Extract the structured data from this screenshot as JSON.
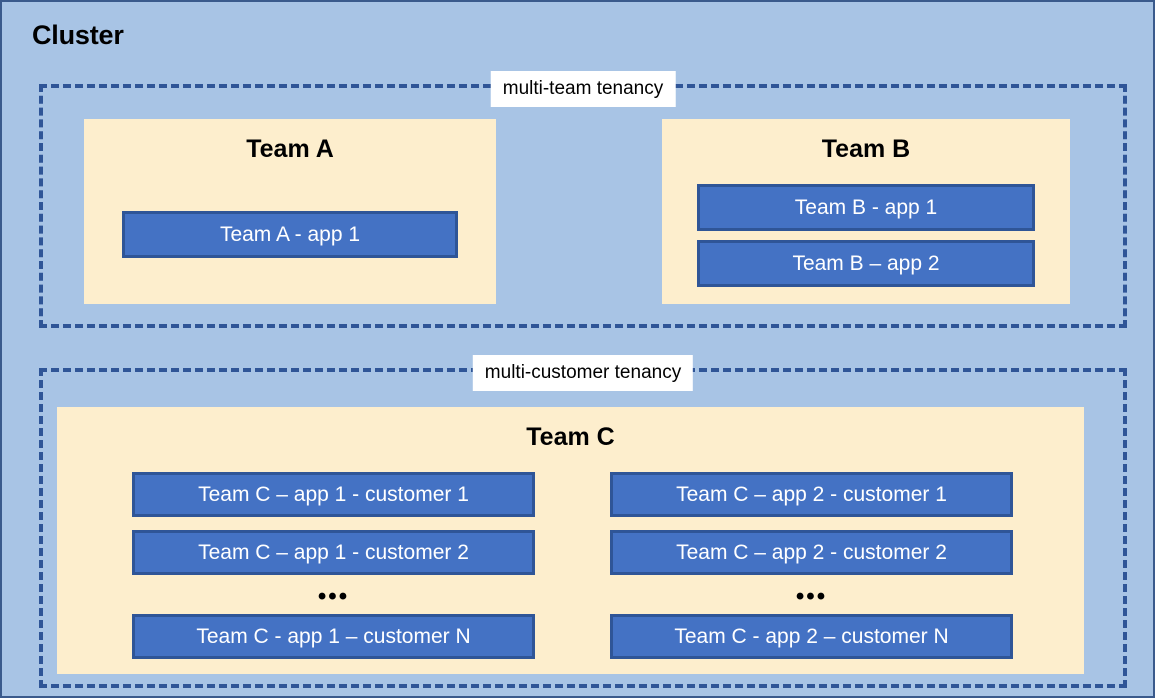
{
  "diagram": {
    "title": "Cluster",
    "background_color": "#a8c4e5",
    "team_box_color": "#fdeecd",
    "app_box_color": "#4472c4",
    "app_box_border_color": "#2f5597",
    "dashed_border_color": "#2f5597"
  },
  "zones": {
    "multi_team": {
      "label": "multi-team tenancy"
    },
    "multi_customer": {
      "label": "multi-customer tenancy"
    }
  },
  "teams": {
    "team_a": {
      "title": "Team A",
      "apps": [
        {
          "label": "Team A - app 1"
        }
      ]
    },
    "team_b": {
      "title": "Team B",
      "apps": [
        {
          "label": "Team B - app 1"
        },
        {
          "label": "Team B – app 2"
        }
      ]
    },
    "team_c": {
      "title": "Team C",
      "ellipsis": "•••",
      "column_left": [
        {
          "label": "Team C – app 1 - customer 1"
        },
        {
          "label": "Team C – app 1 - customer 2"
        },
        {
          "label": "Team C - app 1 – customer N"
        }
      ],
      "column_right": [
        {
          "label": "Team C – app 2 - customer 1"
        },
        {
          "label": "Team C – app 2 - customer 2"
        },
        {
          "label": "Team C - app 2 – customer N"
        }
      ]
    }
  }
}
